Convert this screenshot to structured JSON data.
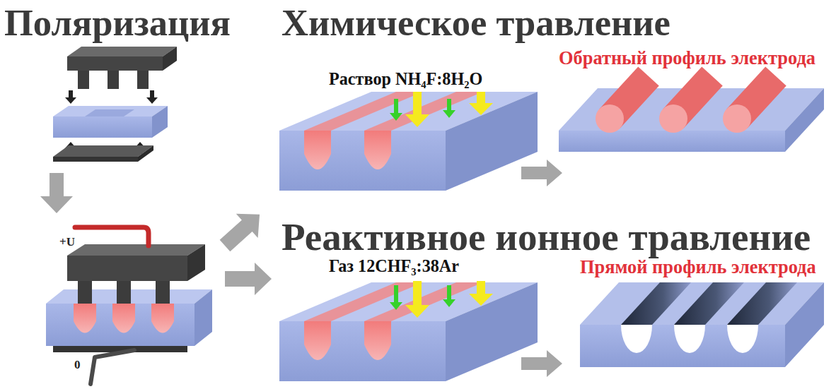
{
  "diagram": {
    "labels": [
      "Поляризация",
      "Химическое травление",
      "Раствор NH₄F:8H₂O",
      "Обратный профиль электрода",
      "Реактивное ионное травление",
      "Газ 12CHF₃:38Ar",
      "Прямой профиль электрода",
      "+U",
      "0"
    ]
  }
}
